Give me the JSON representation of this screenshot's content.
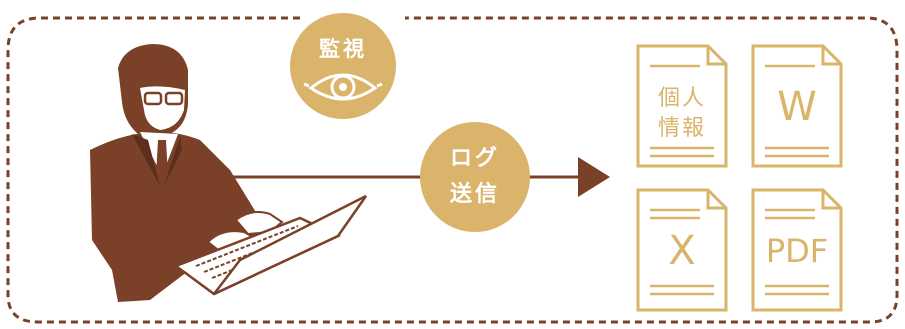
{
  "monitor": {
    "label": "監視",
    "icon": "eye-icon"
  },
  "send": {
    "line1": "ログ",
    "line2": "送信"
  },
  "documents": [
    {
      "kind": "personal-info",
      "line1": "個人",
      "line2": "情報"
    },
    {
      "kind": "word",
      "label": "W"
    },
    {
      "kind": "excel",
      "label": "X"
    },
    {
      "kind": "pdf",
      "label": "PDF"
    }
  ],
  "colors": {
    "brown": "#7a4128",
    "gold": "#d9b46a",
    "dash": "#7a4128"
  }
}
